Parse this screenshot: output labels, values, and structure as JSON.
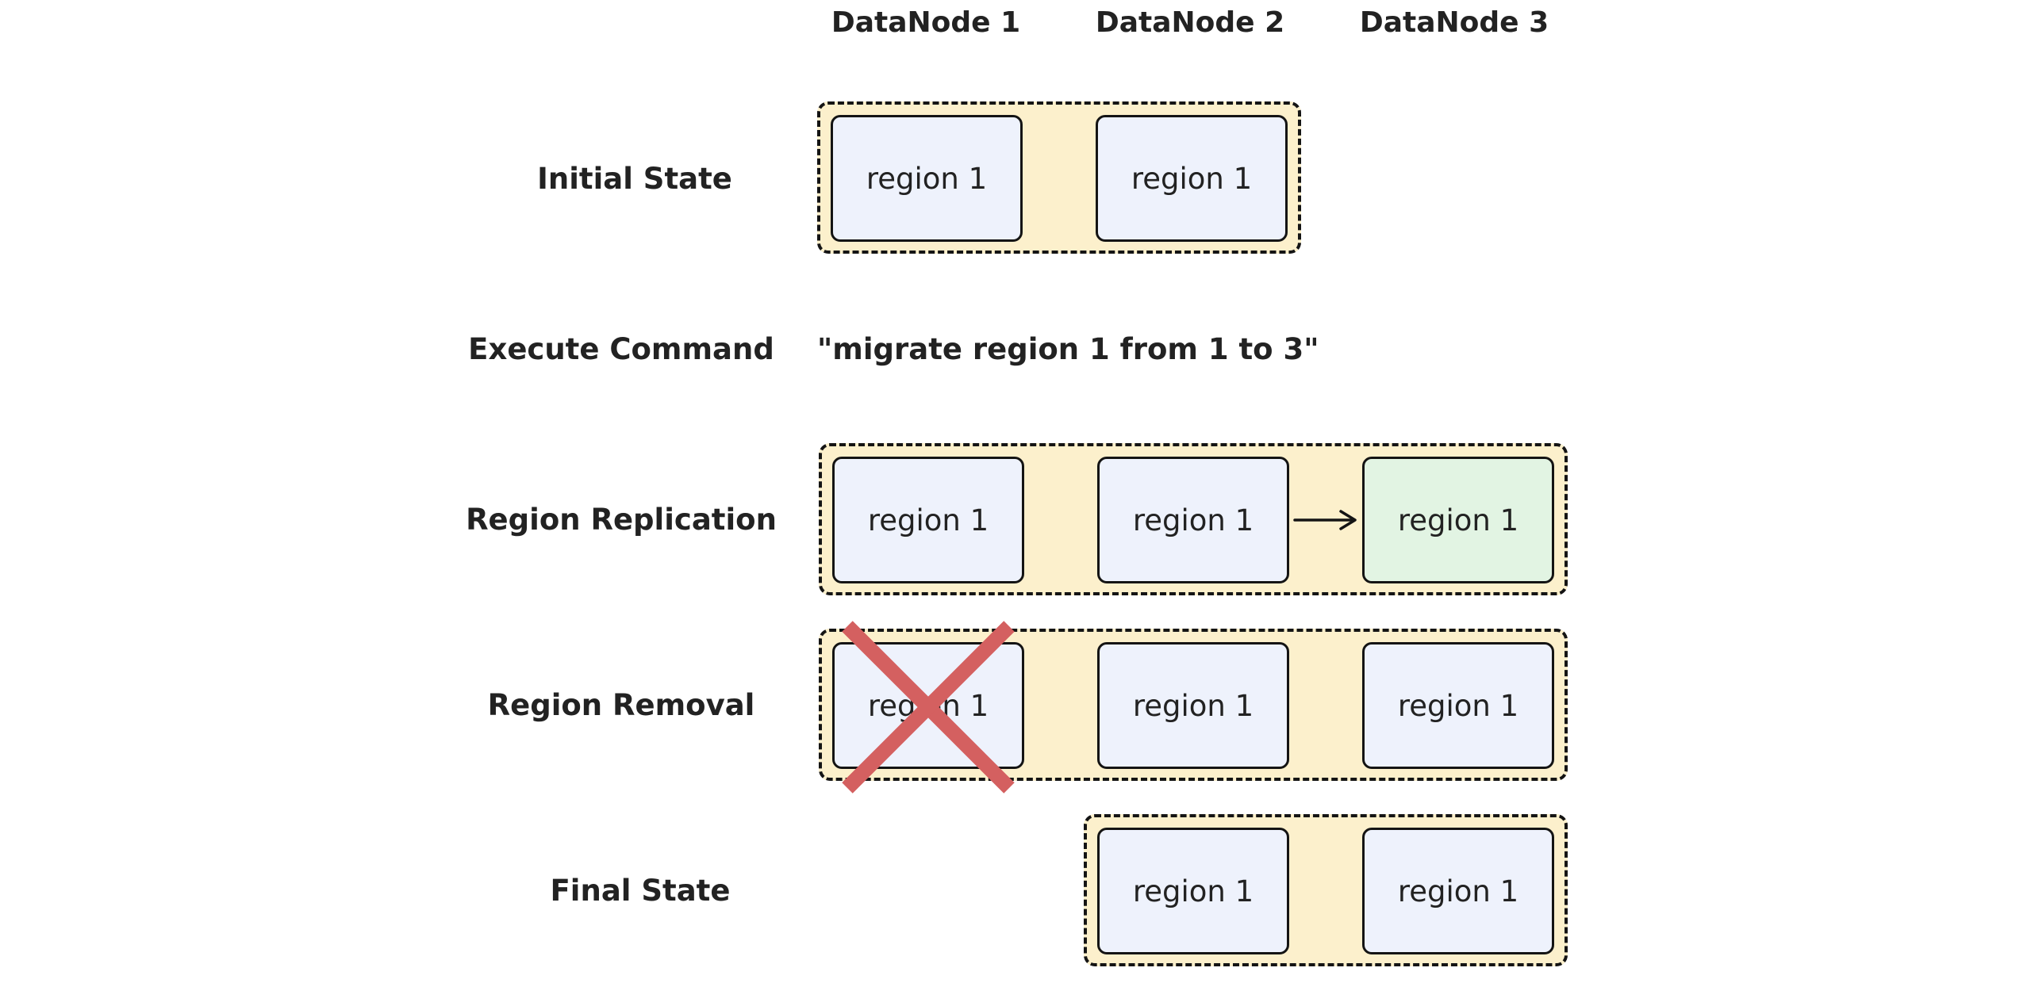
{
  "columns": [
    "DataNode 1",
    "DataNode 2",
    "DataNode 3"
  ],
  "rows": {
    "initial": "Initial State",
    "execute": "Execute Command",
    "replication": "Region Replication",
    "removal": "Region Removal",
    "final": "Final State"
  },
  "command_text": "\"migrate region 1 from 1 to 3\"",
  "region_label": "region 1",
  "colors": {
    "group_fill": "#fcf0cc",
    "region_fill": "#eef2fc",
    "new_region_fill": "#e2f4e3",
    "remove_mark": "#d46060"
  },
  "icons": {
    "arrow": "right-arrow-icon",
    "remove": "cross-mark-icon"
  }
}
